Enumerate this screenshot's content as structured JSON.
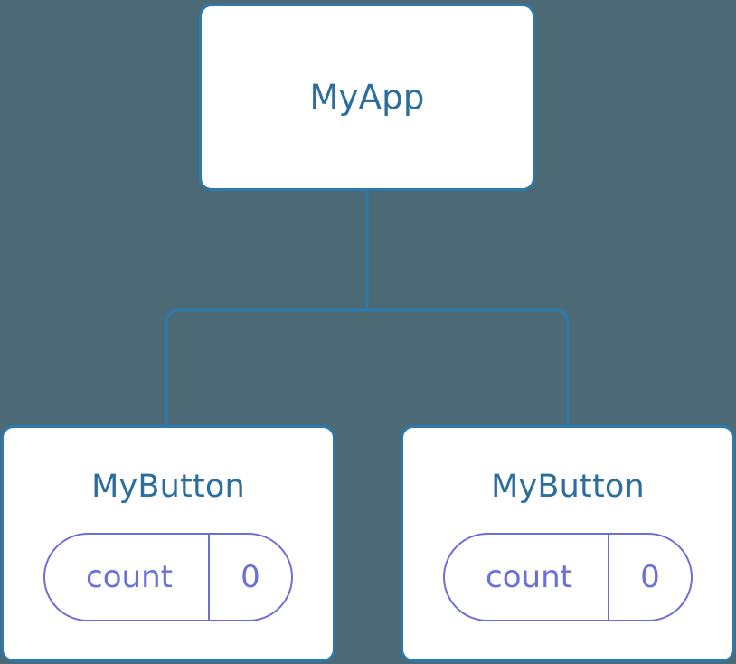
{
  "diagram": {
    "type": "component-tree",
    "background_color": "#4c6a75",
    "node_border_color": "#2b79ad",
    "node_fill_color": "#ffffff",
    "node_title_color": "#2b6e9e",
    "state_accent_color": "#6b6fd8",
    "edge_color": "#2b79ad",
    "root": {
      "id": "root",
      "title": "MyApp"
    },
    "children": [
      {
        "id": "child-left",
        "title": "MyButton",
        "state": {
          "key": "count",
          "value": "0"
        }
      },
      {
        "id": "child-right",
        "title": "MyButton",
        "state": {
          "key": "count",
          "value": "0"
        }
      }
    ],
    "edges": [
      {
        "from": "root",
        "to": "child-left"
      },
      {
        "from": "root",
        "to": "child-right"
      }
    ]
  }
}
